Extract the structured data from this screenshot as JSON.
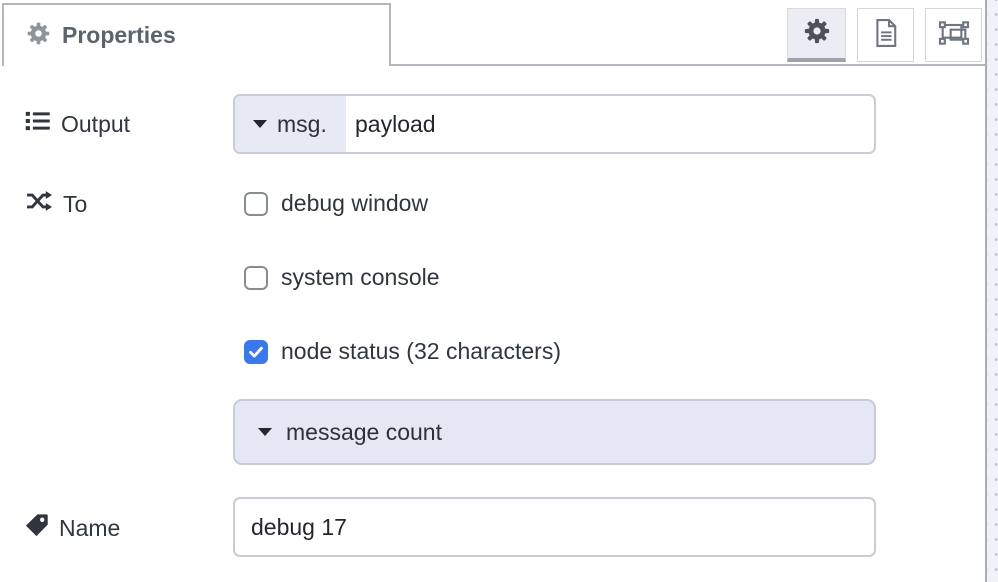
{
  "header": {
    "tab_label": "Properties",
    "toolbar": {
      "properties_button": "properties",
      "description_button": "description",
      "appearance_button": "appearance"
    }
  },
  "form": {
    "output": {
      "label": "Output",
      "type_label": "msg.",
      "value": "payload"
    },
    "to": {
      "label": "To",
      "options": [
        {
          "label": "debug window",
          "checked": false
        },
        {
          "label": "system console",
          "checked": false
        },
        {
          "label": "node status (32 characters)",
          "checked": true
        }
      ],
      "status_value": "message count"
    },
    "name": {
      "label": "Name",
      "value": "debug 17"
    }
  },
  "colors": {
    "checkbox_accent": "#3b78ec",
    "field_tint": "#e7e9f5",
    "tab_border": "#b3b6be",
    "label_text": "#30363e"
  }
}
